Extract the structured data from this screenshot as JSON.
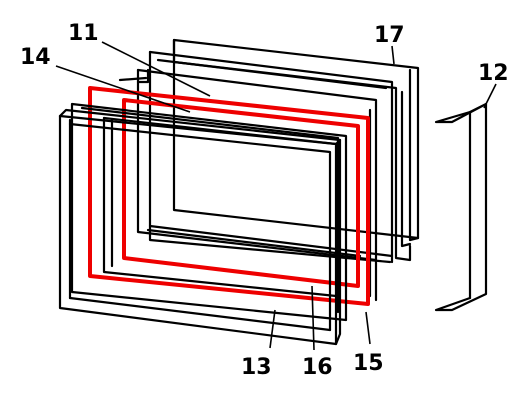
{
  "diagram": {
    "colors": {
      "outline": "#000000",
      "highlight": "#ee0000"
    },
    "callouts": [
      {
        "id": "11",
        "label": "11"
      },
      {
        "id": "12",
        "label": "12"
      },
      {
        "id": "13",
        "label": "13"
      },
      {
        "id": "14",
        "label": "14"
      },
      {
        "id": "15",
        "label": "15"
      },
      {
        "id": "16",
        "label": "16"
      },
      {
        "id": "17",
        "label": "17"
      }
    ]
  }
}
